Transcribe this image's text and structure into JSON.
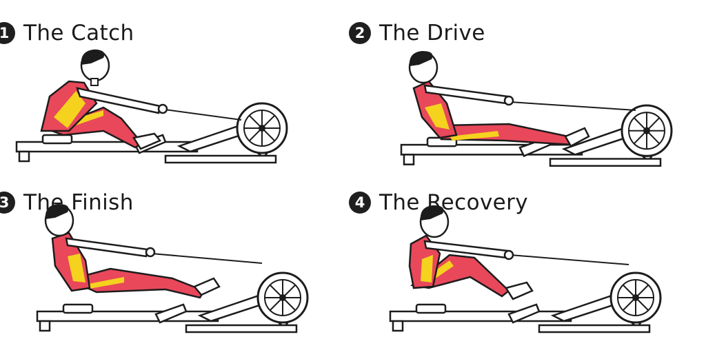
{
  "colors": {
    "muscle_red": "#e8485a",
    "muscle_yellow": "#f5d21e",
    "skin": "#f3d2ba",
    "outline": "#1c1c1c"
  },
  "steps": [
    {
      "number": "1",
      "title": "The Catch"
    },
    {
      "number": "2",
      "title": "The Drive"
    },
    {
      "number": "3",
      "title": "The Finish"
    },
    {
      "number": "4",
      "title": "The Recovery"
    }
  ]
}
